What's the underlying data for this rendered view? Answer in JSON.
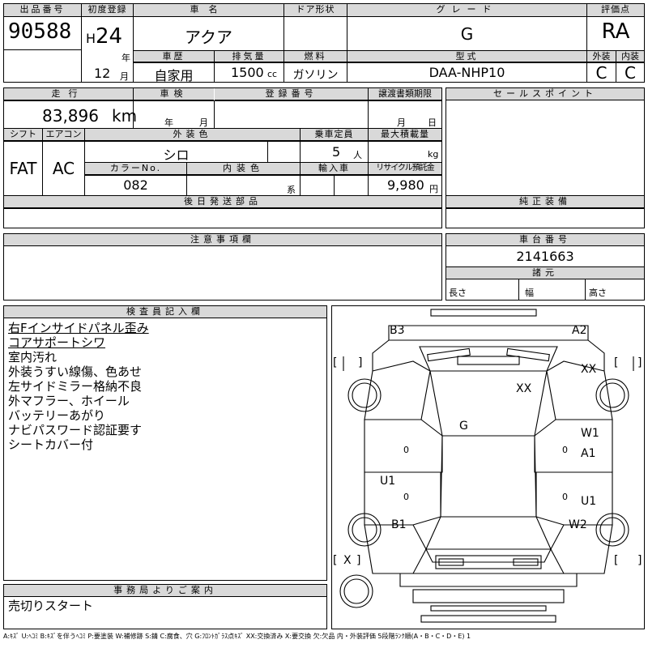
{
  "header": {
    "lot_label": "出品番号",
    "lot_number": "90588",
    "reg_label": "初度登録",
    "era": "H",
    "year": "24",
    "year_unit": "年",
    "month": "12",
    "month_unit": "月",
    "car_name_label": "車名",
    "car_name": "アクア",
    "door_label": "ドア形状",
    "door_value": "",
    "grade_label": "グレード",
    "grade": "G",
    "score_label": "評価点",
    "score": "RA",
    "history_label": "車歴",
    "history": "自家用",
    "displacement_label": "排気量",
    "displacement": "1500",
    "displacement_unit": "cc",
    "fuel_label": "燃料",
    "fuel": "ガソリン",
    "model_label": "型式",
    "model": "DAA-NHP10",
    "exterior_label": "外装",
    "exterior": "C",
    "interior_label": "内装",
    "interior": "C"
  },
  "mid": {
    "mileage_label": "走行",
    "mileage": "83,896",
    "mileage_unit": "km",
    "inspection_label": "車検",
    "inspection_year_unit": "年",
    "inspection_month_unit": "月",
    "plate_label": "登録番号",
    "plate": "",
    "transfer_label": "譲渡書類期限",
    "transfer_month_unit": "月",
    "transfer_day_unit": "日",
    "shift_label": "シフト",
    "shift": "FAT",
    "ac_label": "エアコン",
    "ac": "AC",
    "color_label": "外装色",
    "color": "シロ",
    "capacity_label": "乗車定員",
    "capacity": "5",
    "capacity_unit": "人",
    "load_label": "最大積載量",
    "load_unit": "kg",
    "colorno_label": "カラーNo.",
    "colorno": "082",
    "interior_color_label": "内装色",
    "interior_color_unit": "系",
    "import_label": "輸入車",
    "recycle_label": "リサイクル預託金",
    "recycle": "9,980",
    "recycle_unit": "円",
    "later_parts_label": "後日発送部品"
  },
  "sales": {
    "label": "セールスポイント",
    "equipment_label": "純正装備"
  },
  "notes": {
    "label": "注意事項欄"
  },
  "chassis": {
    "label": "車台番号",
    "number": "2141663",
    "specs_label": "諸元",
    "length_label": "長さ",
    "width_label": "幅",
    "height_label": "高さ"
  },
  "inspector": {
    "label": "検査員記入欄",
    "lines": [
      "右Fインサイドパネル歪み",
      "コアサポートシワ",
      "室内汚れ",
      "外装うすい線傷、色あせ",
      "左サイドミラー格納不良",
      "外マフラー、ホイール",
      "バッテリーあがり",
      "ナビパスワード認証要す",
      "シートカバー付"
    ]
  },
  "office": {
    "label": "事務局よりご案内",
    "message": "売切りスタート"
  },
  "diagram": {
    "labels": {
      "b3": "B3",
      "a2": "A2",
      "xx1": "XX",
      "xx2": "XX",
      "g": "G",
      "w1": "W1",
      "a1": "A1",
      "u1_left": "U1",
      "u1_right": "U1",
      "b1": "B1",
      "w2": "W2",
      "x": "X",
      "o1": "0",
      "o2": "0",
      "o3": "0",
      "o4": "0"
    },
    "bracket_left": "[",
    "bracket_right": "]"
  },
  "legend": "A:ｷｽﾞ U:ﾍｺﾐ B:ｷｽﾞを伴うﾍｺﾐ P:要塗装 W:補修跡 S:錆 C:腐食、穴 G:ﾌﾛﾝﾄｶﾞﾗｽ点ｷｽﾞ XX:交換済み X:要交換 欠:欠品 内・外装評価 5段階ﾗﾝｸ順(A・B・C・D・E) 1"
}
